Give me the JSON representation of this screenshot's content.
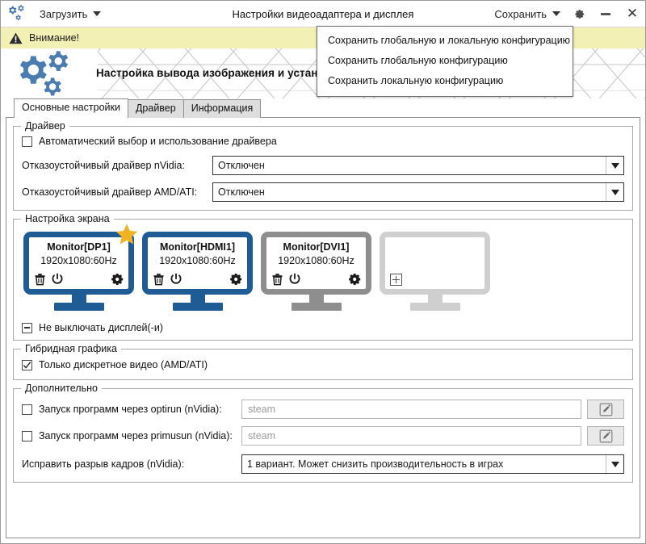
{
  "window": {
    "title": "Настройки видеоадаптера и дисплея",
    "app_icon": "gears-icon",
    "load_menu_label": "Загрузить",
    "save_menu_label": "Сохранить",
    "settings_icon": "gear-icon",
    "minimize_icon": "minimize-icon",
    "close_icon": "close-icon"
  },
  "warning": {
    "icon": "warning-triangle-icon",
    "text": "Внимание!"
  },
  "banner": {
    "icon": "gears-icon",
    "title": "Настройка вывода изображения и установка драйвера видеокарты"
  },
  "save_dropdown": {
    "items": [
      "Сохранить глобальную и локальную конфигурацию",
      "Сохранить глобальную конфигурацию",
      "Сохранить локальную конфигурацию"
    ]
  },
  "tabs": [
    {
      "label": "Основные настройки",
      "active": true
    },
    {
      "label": "Драйвер",
      "active": false
    },
    {
      "label": "Информация",
      "active": false
    }
  ],
  "driver_group": {
    "title": "Драйвер",
    "auto_checkbox": {
      "label": "Автоматический выбор и использование драйвера",
      "state": "unchecked"
    },
    "nvidia_label": "Отказоустойчивый драйвер nVidia:",
    "nvidia_value": "Отключен",
    "amd_label": "Отказоустойчивый драйвер AMD/ATI:",
    "amd_value": "Отключен"
  },
  "screen_group": {
    "title": "Настройка экрана",
    "monitors": [
      {
        "name": "Monitor[DP1]",
        "resolution": "1920x1080:60Hz",
        "state": "active",
        "primary": true,
        "icons": [
          "trash-icon",
          "power-icon",
          "gear-icon"
        ]
      },
      {
        "name": "Monitor[HDMI1]",
        "resolution": "1920x1080:60Hz",
        "state": "active",
        "primary": false,
        "icons": [
          "trash-icon",
          "power-icon",
          "gear-icon"
        ]
      },
      {
        "name": "Monitor[DVI1]",
        "resolution": "1920x1080:60Hz",
        "state": "disabled",
        "primary": false,
        "icons": [
          "trash-icon",
          "power-icon",
          "gear-icon"
        ]
      },
      {
        "name": "",
        "resolution": "",
        "state": "empty",
        "primary": false,
        "icons": [
          "plus-box-icon"
        ]
      }
    ],
    "keep_display_on": {
      "label": "Не выключать дисплей(-и)",
      "state": "indeterminate"
    }
  },
  "hybrid_group": {
    "title": "Гибридная графика",
    "discrete_only": {
      "label": "Только дискретное видео (AMD/ATI)",
      "state": "checked"
    }
  },
  "extra_group": {
    "title": "Дополнительно",
    "optirun": {
      "label": "Запуск программ через optirun (nVidia):",
      "state": "unchecked",
      "placeholder": "steam",
      "value": ""
    },
    "primusun": {
      "label": "Запуск программ через primusun (nVidia):",
      "state": "unchecked",
      "placeholder": "steam",
      "value": ""
    },
    "edit_button_icon": "edit-pencil-icon",
    "tearfree_label": "Исправить разрыв кадров (nVidia):",
    "tearfree_value": "1 вариант. Может снизить производительность в играх"
  },
  "colors": {
    "accent_blue": "#1f5c96",
    "warning_bg": "#f2f0b4",
    "star_gold": "#f0b323",
    "disabled_gray": "#8e8e8e",
    "empty_gray": "#cfcfcf"
  }
}
